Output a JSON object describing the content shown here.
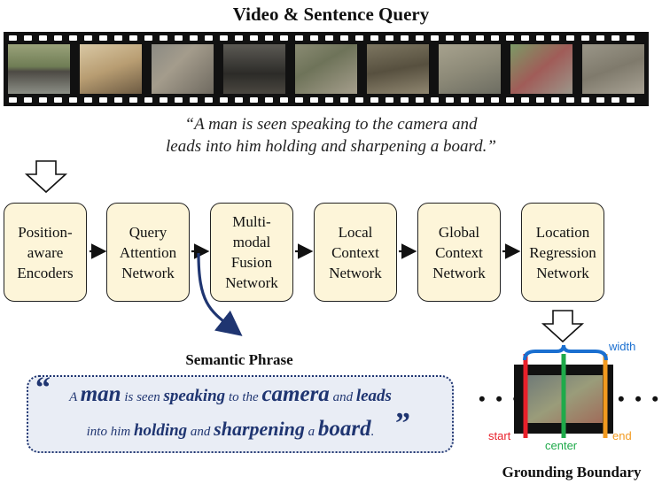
{
  "title": "Video & Sentence Query",
  "query": {
    "line1": "“A man is seen speaking to the camera and",
    "line2": "leads into him holding and sharpening a board.”"
  },
  "stages": [
    {
      "l1": "Position-",
      "l2": "aware",
      "l3": "Encoders"
    },
    {
      "l1": "Query",
      "l2": "Attention",
      "l3": "Network"
    },
    {
      "l1": "Multi-",
      "l2": "modal",
      "l3": "Fusion",
      "l4": "Network"
    },
    {
      "l1": "Local",
      "l2": "Context",
      "l3": "Network"
    },
    {
      "l1": "Global",
      "l2": "Context",
      "l3": "Network"
    },
    {
      "l1": "Location",
      "l2": "Regression",
      "l3": "Network"
    }
  ],
  "semantic_phrase": {
    "title": "Semantic Phrase",
    "open_quote": "“",
    "close_quote": "”",
    "l1": [
      "A ",
      "man",
      " is seen ",
      "speaking",
      " to the ",
      "camera",
      " and ",
      "leads"
    ],
    "l2": [
      "into him ",
      "holding",
      " and ",
      "sharpening",
      " a ",
      "board",
      "."
    ]
  },
  "grounding": {
    "title": "Grounding Boundary",
    "width_label": "width",
    "start_label": "start",
    "center_label": "center",
    "end_label": "end",
    "colors": {
      "start": "#e8202a",
      "center": "#1faa4a",
      "end": "#f29a1f",
      "width": "#1a6fd0"
    }
  },
  "colors": {
    "stage_fill": "#fdf5d9",
    "phrase_text": "#1f3571",
    "phrase_box": "#e9edf5"
  }
}
